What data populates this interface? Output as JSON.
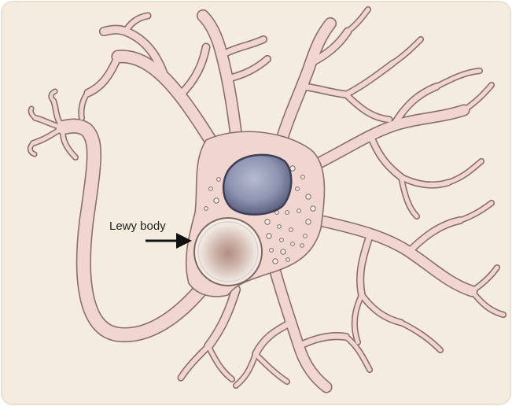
{
  "annotations": {
    "lewy_body_label": "Lewy body"
  },
  "colors": {
    "background": "#fbf6ee",
    "panel": "#f3ecdf",
    "panel_edge": "#e9e0d0",
    "cytoplasm": "#f1d6cf",
    "outline": "#8a7068",
    "nucleus_fill": "#9aa0bc",
    "nucleus_dark": "#5a5e78",
    "lewy_body_fill": "#f3ece6",
    "lewy_body_core": "#b9968a",
    "arrow": "#111111",
    "label": "#222222"
  },
  "parts": [
    "neuron",
    "dendrites",
    "axon",
    "axon-terminal",
    "nucleus",
    "lewy-body",
    "granules"
  ]
}
